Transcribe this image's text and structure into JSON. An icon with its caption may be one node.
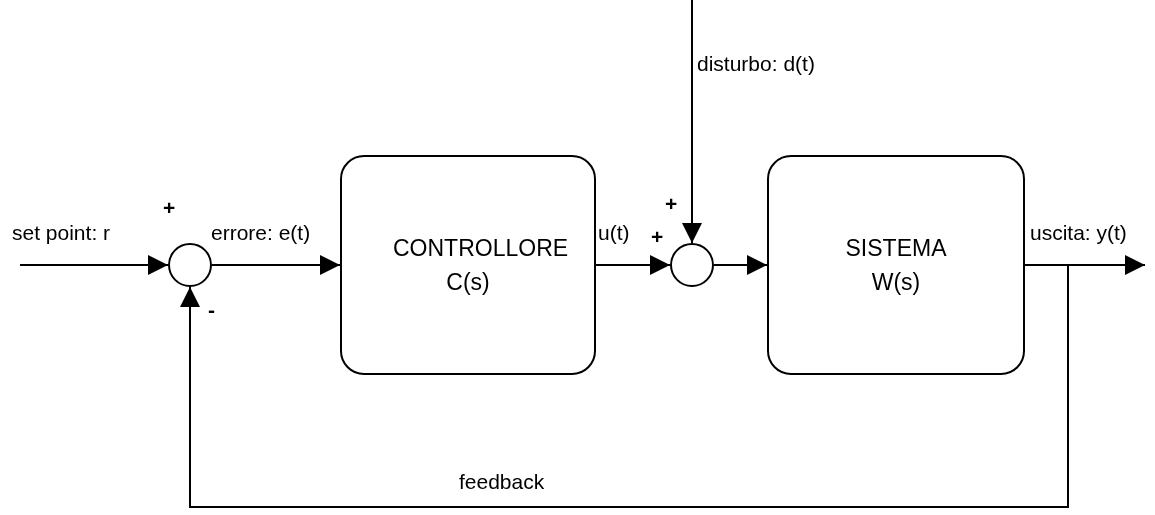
{
  "diagram": {
    "nodes": [
      {
        "text": [],
        "shape": "circle"
      },
      {
        "text": [
          "CONTROLLORE C(s)"
        ]
      },
      {
        "text": [],
        "shape": "circle"
      },
      {
        "text": [
          "SISTEMA W(s)"
        ]
      }
    ],
    "edges": [
      {
        "from": null,
        "to": 0,
        "arrow": "to",
        "label": "set point: r"
      },
      {
        "from": 0,
        "to": 1,
        "arrow": "to",
        "label": "errore: e(t)"
      },
      {
        "from": 1,
        "to": 2,
        "arrow": "to",
        "label": "u(t)"
      },
      {
        "from": null,
        "to": 2,
        "arrow": "to",
        "label": "disturbo: d(t)"
      },
      {
        "from": 2,
        "to": 3,
        "arrow": "to"
      },
      {
        "from": 3,
        "to": null,
        "arrow": "to",
        "label": "uscita: y(t)"
      },
      {
        "from": 3,
        "to": 0,
        "arrow": "to",
        "label": "feedback"
      }
    ],
    "labels": [
      "+",
      "+",
      "+",
      "-"
    ]
  }
}
